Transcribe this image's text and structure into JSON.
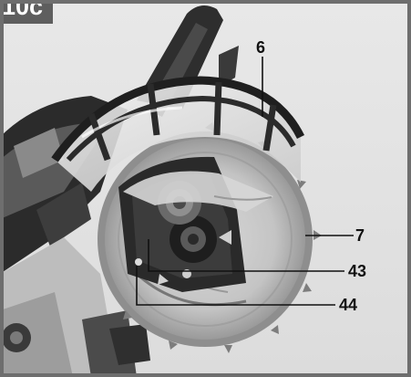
{
  "figure": {
    "tag": "10c",
    "callouts": [
      {
        "label": "6"
      },
      {
        "label": "7"
      },
      {
        "label": "43"
      },
      {
        "label": "44"
      }
    ]
  }
}
